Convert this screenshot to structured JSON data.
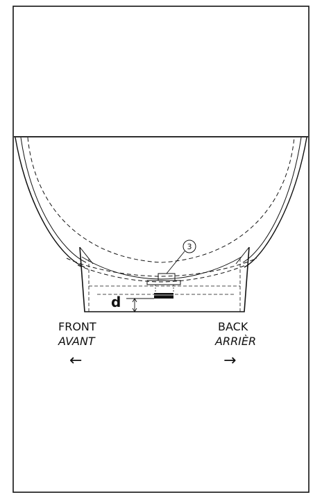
{
  "diagram": {
    "callout_number": "3",
    "dimension_label": "d",
    "front_label_en": "FRONT",
    "front_label_fr": "AVANT",
    "back_label_en": "BACK",
    "back_label_fr": "ARRIÈR",
    "front_arrow": "←",
    "back_arrow": "→",
    "colors": {
      "line": "#111111",
      "background": "#ffffff"
    }
  }
}
